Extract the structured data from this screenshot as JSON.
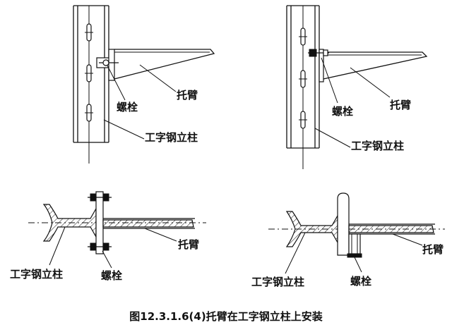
{
  "labels": {
    "tl_bolt": "螺栓",
    "tl_arm": "托臂",
    "tl_column": "工字钢立柱",
    "tr_bolt": "螺栓",
    "tr_arm": "托臂",
    "tr_column": "工字钢立柱",
    "bl_arm": "托臂",
    "bl_column": "工字钢立柱",
    "bl_bolt": "螺栓",
    "br_arm": "托臂",
    "br_column": "工字钢立柱",
    "br_bolt": "螺栓"
  },
  "caption": "图12.3.1.6(4)托臂在工字钢立柱上安装"
}
